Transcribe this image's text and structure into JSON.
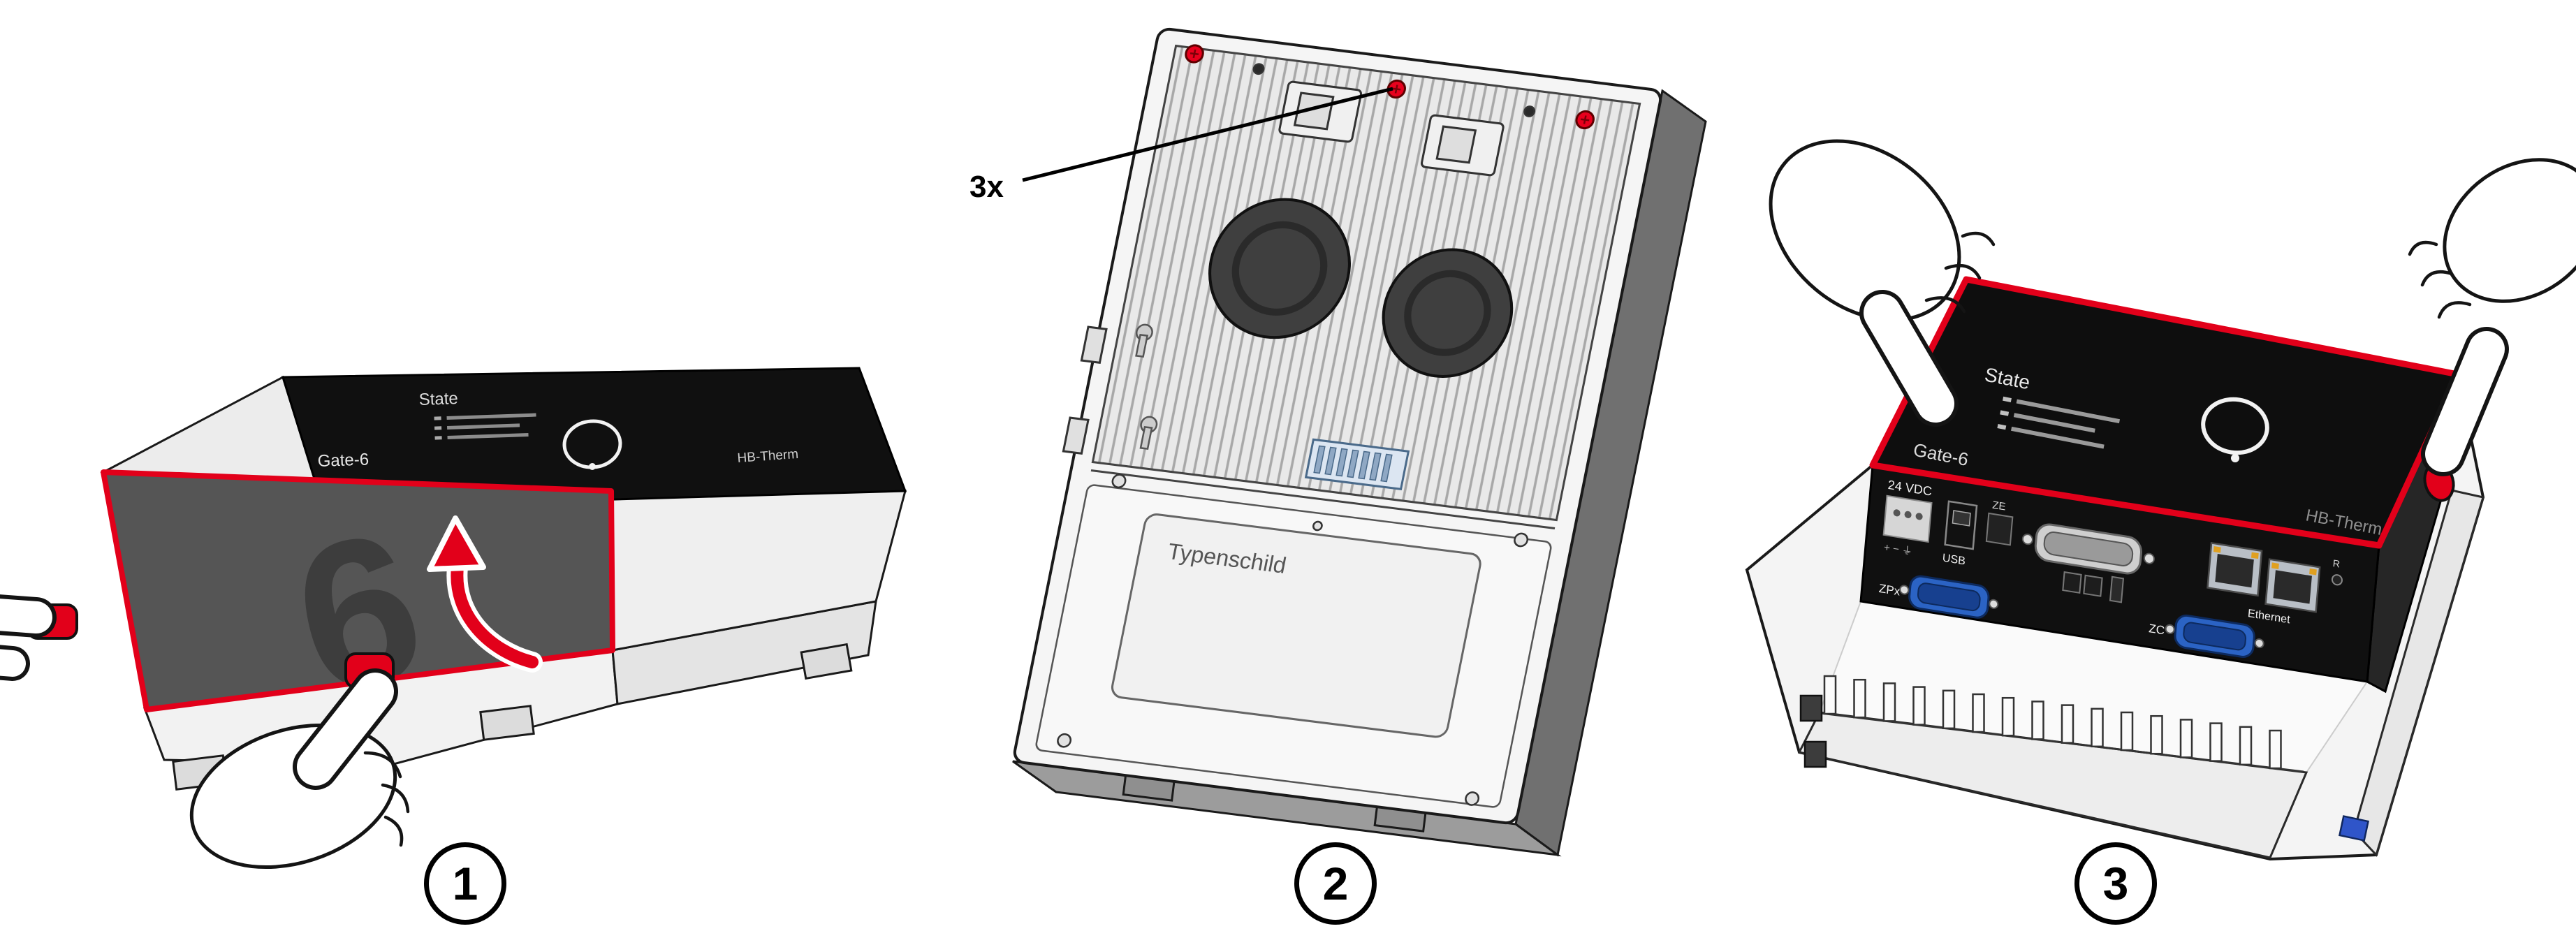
{
  "figure": {
    "type": "instruction-diagram",
    "background": "#ffffff",
    "accent_red": "#e2001a",
    "steps": [
      {
        "number": "1",
        "device": {
          "status_label": "State",
          "model_label": "Gate-6",
          "brand_label": "HB-Therm",
          "cover_digit": "6"
        }
      },
      {
        "number": "2",
        "screw_count_label": "3x",
        "nameplate_label": "Typenschild"
      },
      {
        "number": "3",
        "device": {
          "status_label": "State",
          "model_label": "Gate-6",
          "brand_label": "HB-Therm"
        },
        "ports": {
          "power_label": "24 VDC",
          "power_terminals": "+ − ⏚",
          "usb_label": "USB",
          "ze_label": "ZE",
          "zpx_label": "ZPx",
          "zc_label": "ZC",
          "ethernet_label": "Ethernet",
          "reset_label": "R"
        }
      }
    ]
  }
}
